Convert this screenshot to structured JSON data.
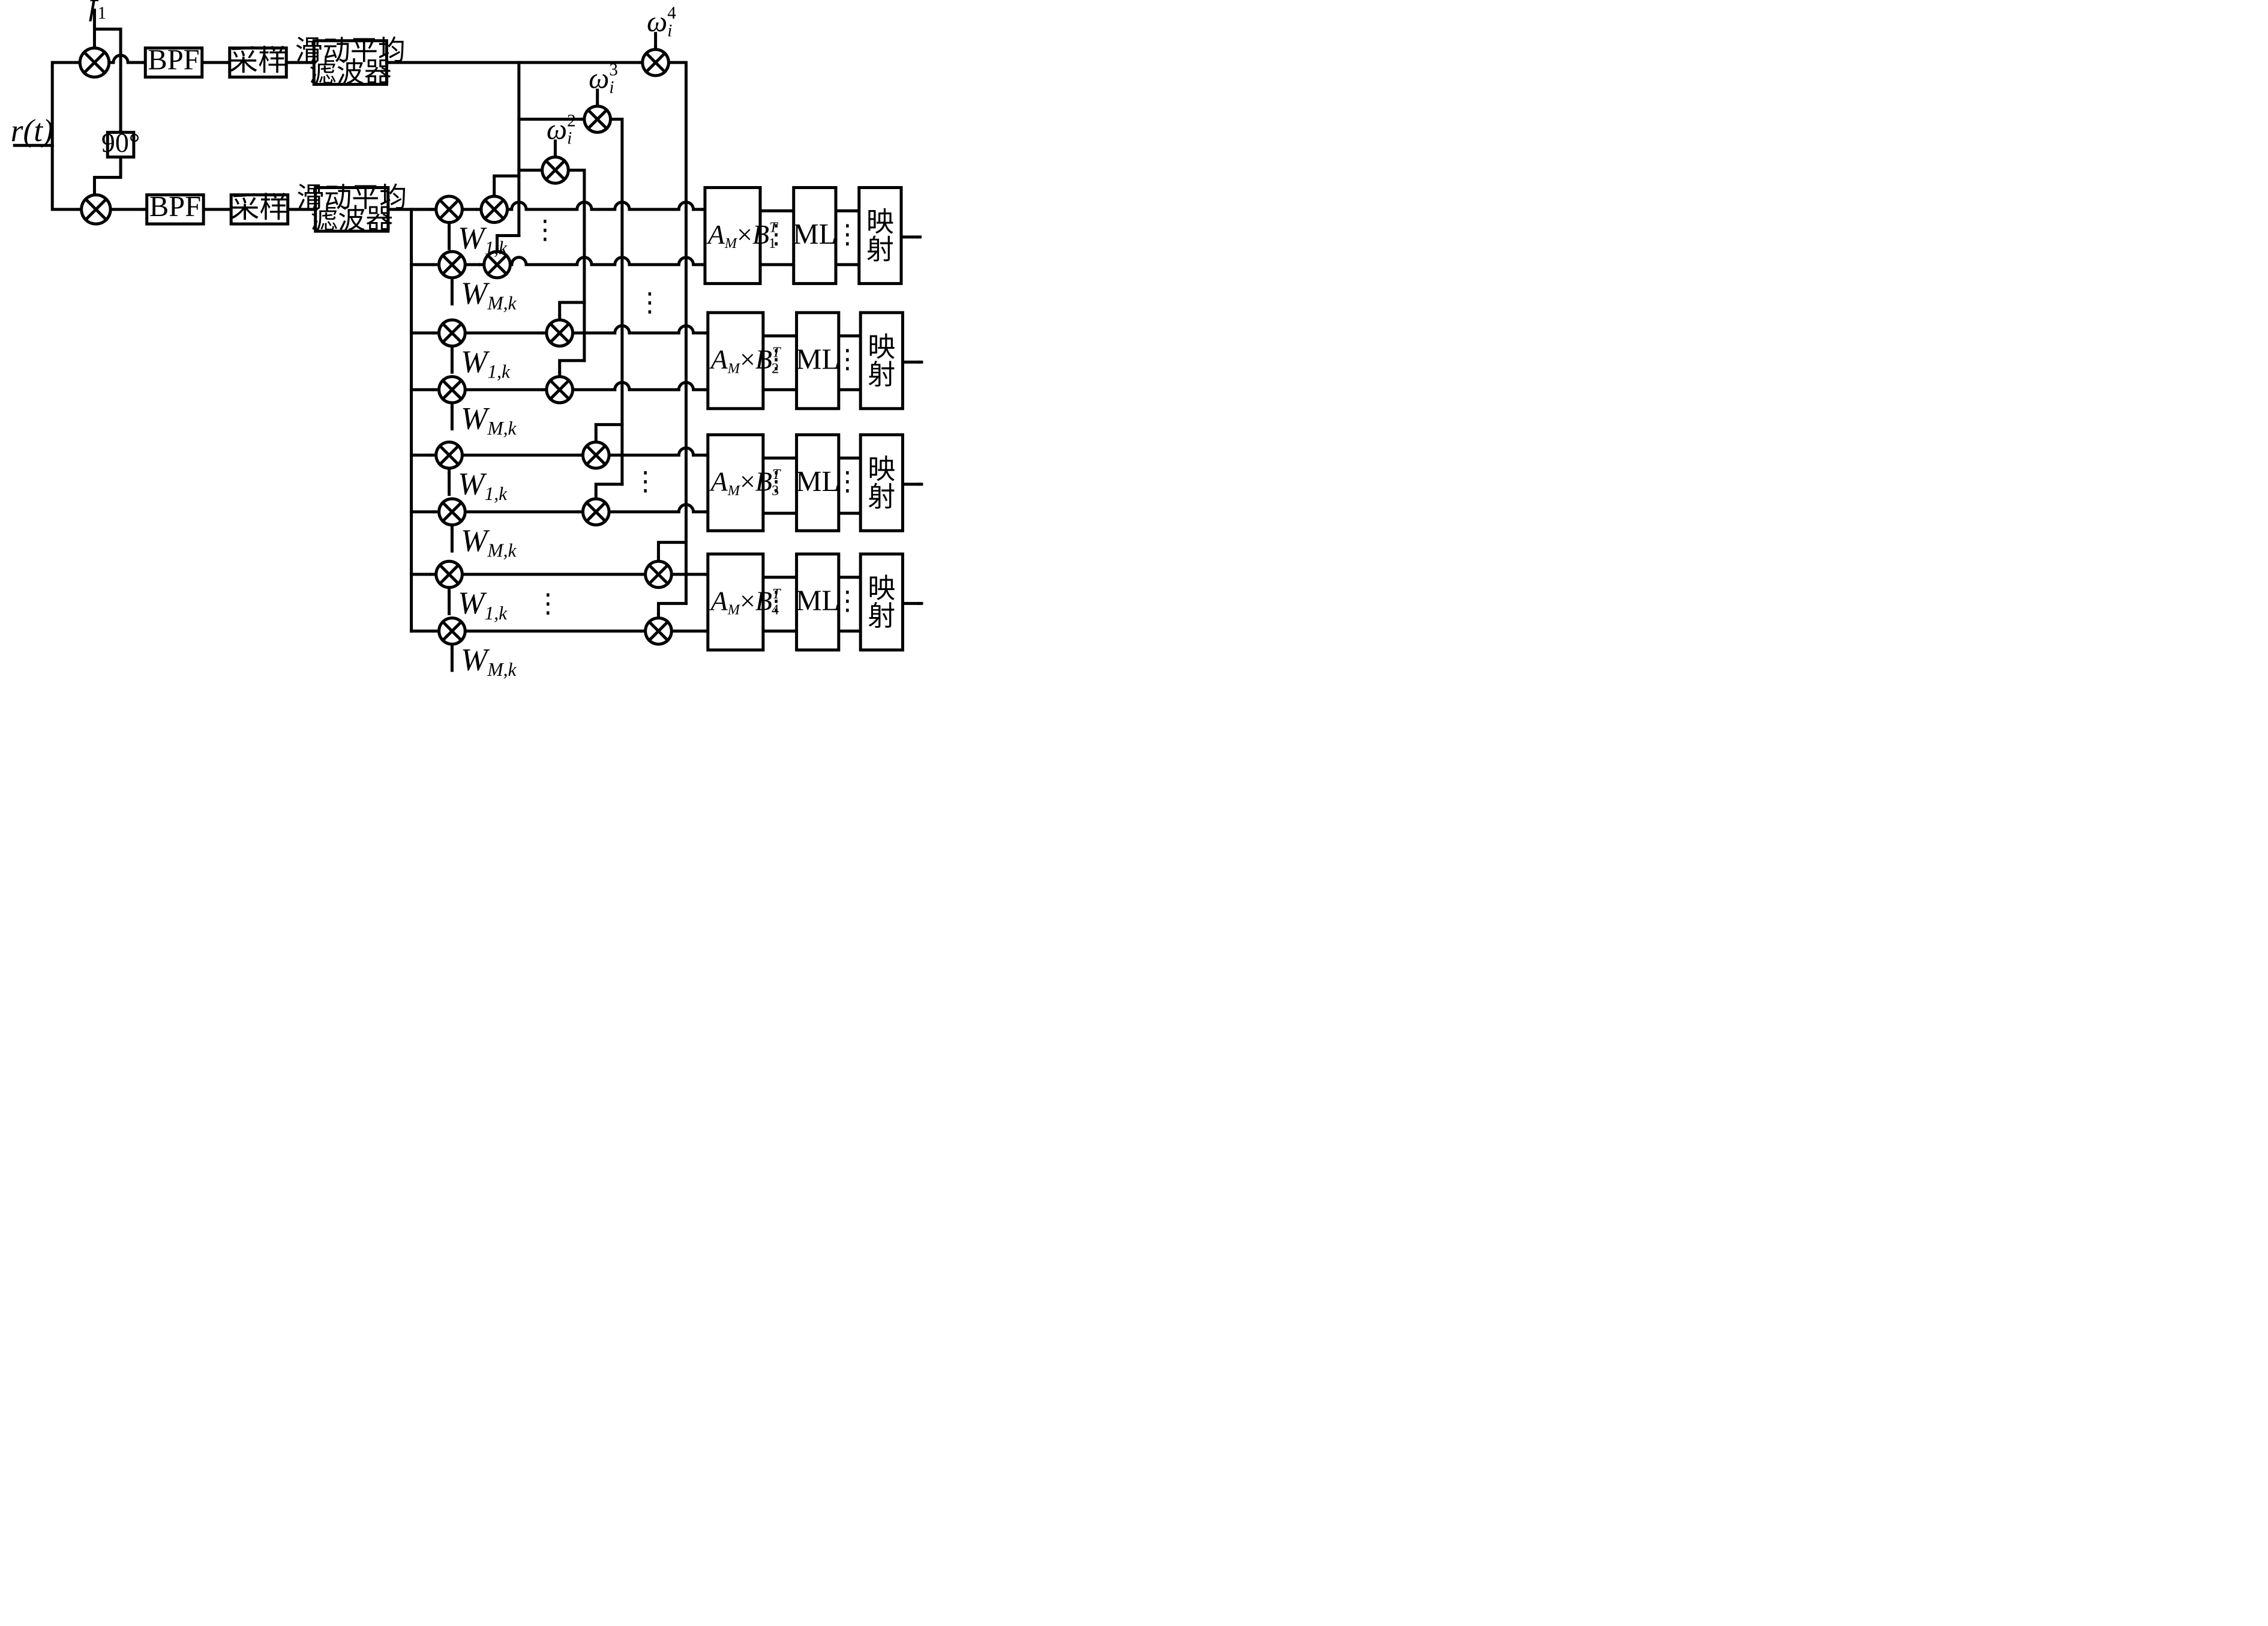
{
  "input": {
    "signal": "r(t)"
  },
  "oscillator": {
    "label": "f",
    "sub": "1",
    "phase_shift": "90°"
  },
  "i_branch": {
    "bpf": "BPF",
    "sampler": "采样",
    "filter": [
      "滑动平均",
      "滤波器"
    ]
  },
  "q_branch": {
    "bpf": "BPF",
    "sampler": "采样",
    "filter": [
      "滑动平均",
      "滤波器"
    ]
  },
  "omegas": [
    {
      "base": "ω",
      "sup": "4",
      "sub": "i"
    },
    {
      "base": "ω",
      "sup": "3",
      "sub": "i"
    },
    {
      "base": "ω",
      "sup": "2",
      "sub": "i"
    }
  ],
  "weights": {
    "first": {
      "base": "W",
      "sub": "1,k"
    },
    "last": {
      "base": "W",
      "sub": "M,k"
    }
  },
  "groups": [
    {
      "matrix": {
        "a": "A",
        "a_sub": "M",
        "times": "×",
        "b": "B",
        "b_sup": "T",
        "b_sub": "1"
      },
      "ml": "ML",
      "map": [
        "映",
        "射"
      ]
    },
    {
      "matrix": {
        "a": "A",
        "a_sub": "M",
        "times": "×",
        "b": "B",
        "b_sup": "T",
        "b_sub": "2"
      },
      "ml": "ML",
      "map": [
        "映",
        "射"
      ]
    },
    {
      "matrix": {
        "a": "A",
        "a_sub": "M",
        "times": "×",
        "b": "B",
        "b_sup": "T",
        "b_sub": "3"
      },
      "ml": "ML",
      "map": [
        "映",
        "射"
      ]
    },
    {
      "matrix": {
        "a": "A",
        "a_sub": "M",
        "times": "×",
        "b": "B",
        "b_sup": "T",
        "b_sub": "4"
      },
      "ml": "ML",
      "map": [
        "映",
        "射"
      ]
    }
  ],
  "ellipsis": "⋮"
}
